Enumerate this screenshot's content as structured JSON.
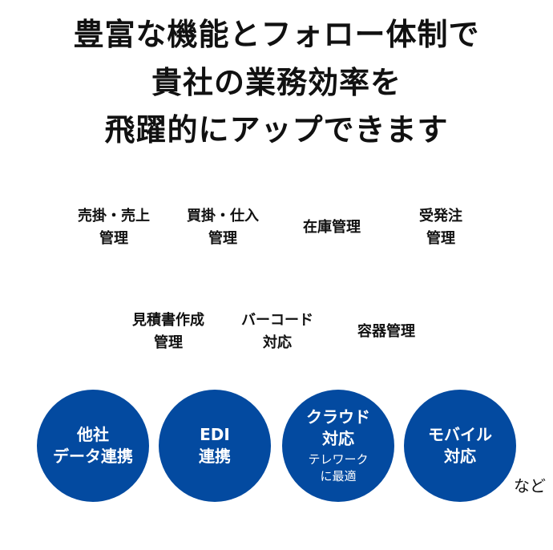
{
  "headline": {
    "line1": "豊富な機能とフォロー体制で",
    "line2": "貴社の業務効率を",
    "line3": "飛躍的にアップできます"
  },
  "features_row1": [
    {
      "line1": "売掛・売上",
      "line2": "管理"
    },
    {
      "line1": "買掛・仕入",
      "line2": "管理"
    },
    {
      "line1": "在庫管理",
      "line2": ""
    },
    {
      "line1": "受発注",
      "line2": "管理"
    }
  ],
  "features_row2": [
    {
      "line1": "見積書作成",
      "line2": "管理"
    },
    {
      "line1": "バーコード",
      "line2": "対応"
    },
    {
      "line1": "容器管理",
      "line2": ""
    }
  ],
  "circles": [
    {
      "line1": "他社",
      "line2": "データ連携",
      "sub1": "",
      "sub2": ""
    },
    {
      "line1": "EDI",
      "line2": "連携",
      "sub1": "",
      "sub2": ""
    },
    {
      "line1": "クラウド",
      "line2": "対応",
      "sub1": "テレワーク",
      "sub2": "に最適"
    },
    {
      "line1": "モバイル",
      "line2": "対応",
      "sub1": "",
      "sub2": ""
    }
  ],
  "trailing_text": "など",
  "colors": {
    "circle_fill": "#034aa0",
    "text_dark": "#111111",
    "circle_text": "#ffffff"
  }
}
